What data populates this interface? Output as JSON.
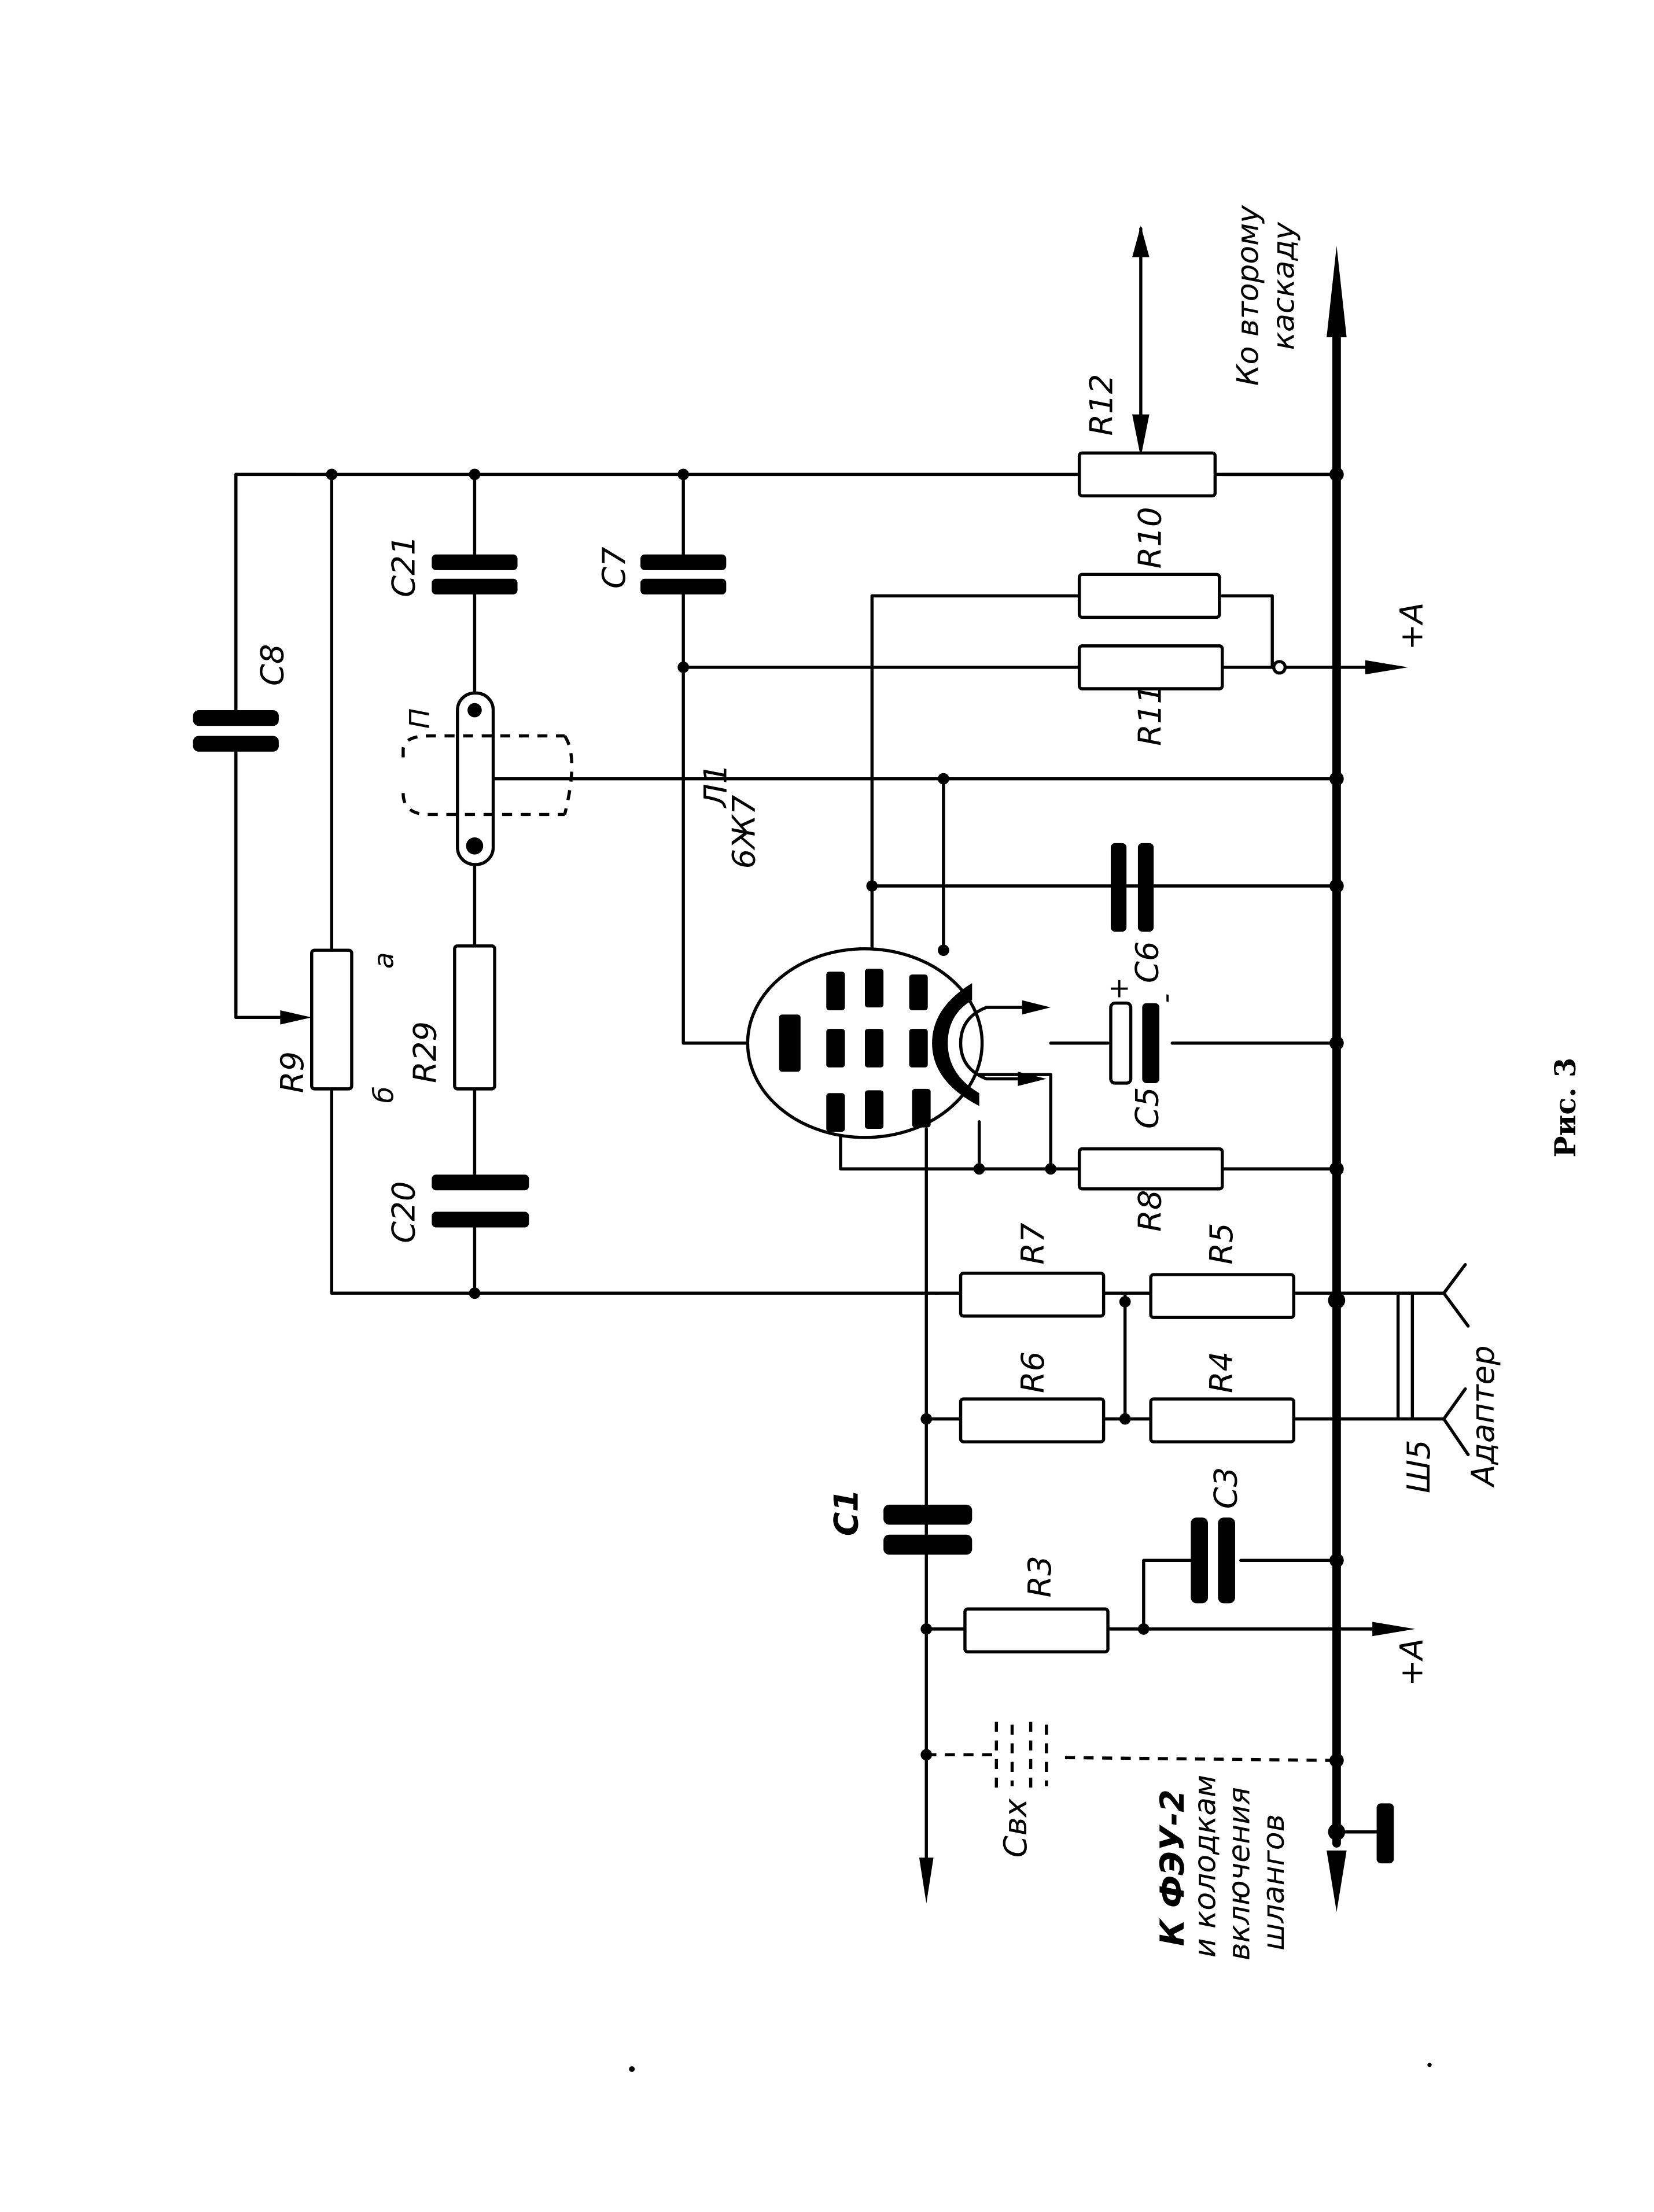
{
  "figure": {
    "caption": "Рис. 3",
    "orientation": "rotated 90° (landscape schematic printed on portrait page)"
  },
  "labels": {
    "output_note_line1": "Ко второму",
    "output_note_line2": "каскаду",
    "input_note_line1": "К ФЭУ-2",
    "input_note_line2": "и колодкам",
    "input_note_line3": "включения",
    "input_note_line4": "шлангов",
    "supply_top": "+А",
    "supply_bottom": "+А",
    "adapter": "Адаптер",
    "connector": "Ш5",
    "input_capacitance": "Свх",
    "bulb": "П",
    "tube_ref": "Л1",
    "tube_type": "6Ж7",
    "pot_end_a": "а",
    "pot_end_b": "б",
    "c5_plus": "+",
    "c5_minus": "-"
  },
  "components": {
    "resistors": [
      "R3",
      "R4",
      "R5",
      "R6",
      "R7",
      "R8",
      "R9",
      "R10",
      "R11",
      "R12",
      "R29"
    ],
    "capacitors": [
      "C1",
      "C3",
      "C5",
      "C6",
      "C7",
      "C8",
      "C20",
      "C21"
    ],
    "R3": "R3",
    "R4": "R4",
    "R5": "R5",
    "R6": "R6",
    "R7": "R7",
    "R8": "R8",
    "R9": "R9",
    "R10": "R10",
    "R11": "R11",
    "R12": "R12",
    "R29": "R29",
    "C1": "C1",
    "C3": "C3",
    "C5": "C5",
    "C6": "C6",
    "C7": "C7",
    "C8": "C8",
    "C20": "C20",
    "C21": "C21"
  }
}
